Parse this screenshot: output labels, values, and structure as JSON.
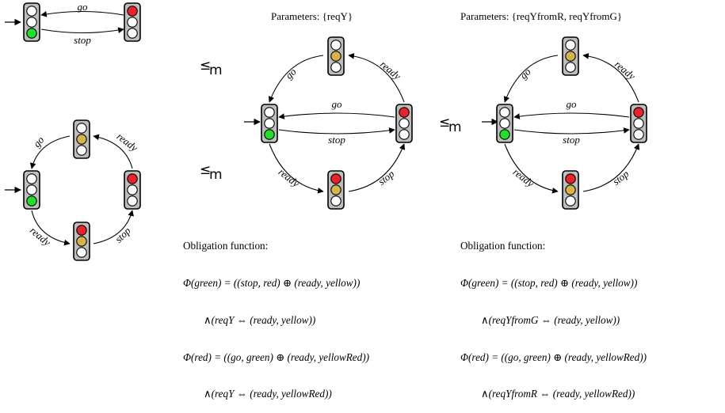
{
  "labels": {
    "go": "go",
    "stop": "stop",
    "ready": "ready"
  },
  "panels": {
    "middle": {
      "params_title": "Parameters: {reqY}",
      "obligation_title": "Obligation function:",
      "obligation_lines": [
        "Φ(green) = ((stop, red) ⊕ (ready, yellow))",
        "∧(reqY ⇔ (ready, yellow))",
        "Φ(red) = ((go, green) ⊕ (ready, yellowRed))",
        "∧(reqY ⇔ (ready, yellowRed))"
      ]
    },
    "right": {
      "params_title": "Parameters: {reqYfromR, reqYfromG}",
      "obligation_title": "Obligation function:",
      "obligation_lines": [
        "Φ(green) = ((stop, red) ⊕ (ready, yellow))",
        "∧(reqYfromG ⇔ (ready, yellow))",
        "Φ(red) = ((go, green) ⊕ (ready, yellowRed))",
        "∧(reqYfromR ⇔ (ready, yellowRed))"
      ]
    }
  },
  "relations": {
    "symbol": "≤",
    "subscript": "m"
  },
  "colors": {
    "red": "#e8232b",
    "yellow": "#d4b44a",
    "green": "#22e02a",
    "off": "#ffffff",
    "housing": "#bdbdbd",
    "stroke": "#000000"
  }
}
